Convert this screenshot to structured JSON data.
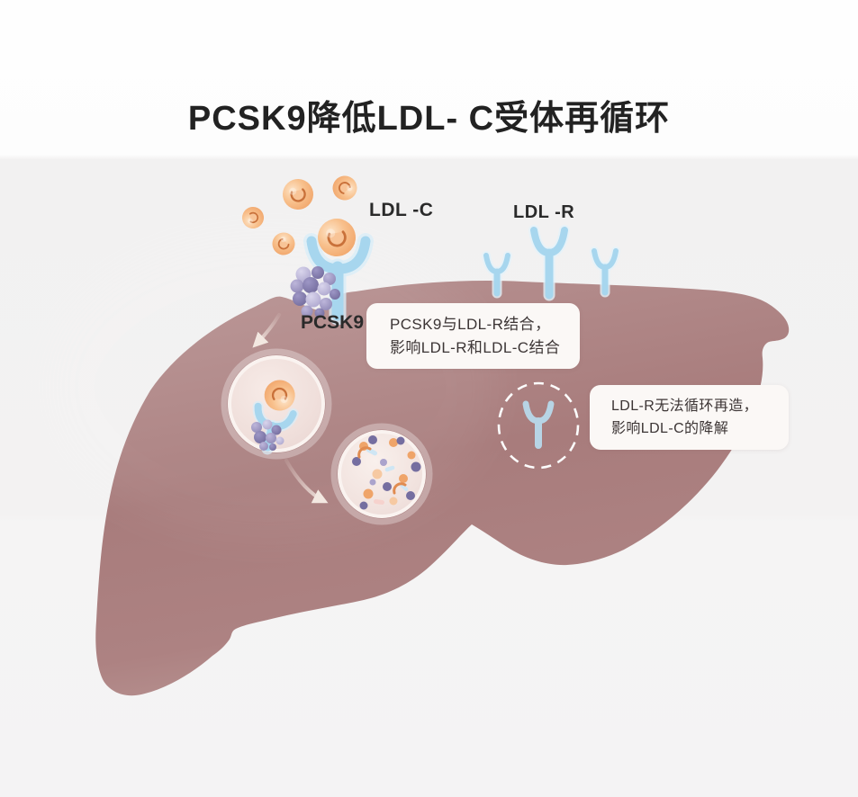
{
  "title": "PCSK9降低LDL- C受体再循环",
  "labels": {
    "ldl_c": "LDL -C",
    "ldl_r": "LDL -R",
    "pcsk9": "PCSK9"
  },
  "callouts": {
    "binding": {
      "line1": "PCSK9与LDL-R结合，",
      "line2": "影响LDL-R和LDL-C结合"
    },
    "recycling": {
      "line1": "LDL-R无法循环再造，",
      "line2": "影响LDL-C的降解"
    }
  },
  "icons": {
    "ldl_c_particle": "orange-sphere-with-bite-notch",
    "ldl_receptor": "light-blue-y-shaped-receptor",
    "pcsk9_cluster": "purple-sphere-cluster",
    "endosome_vesicle": "translucent-circle-with-receptor-complex",
    "lysosome_vesicle": "translucent-circle-with-degraded-fragments",
    "recycle_blocked": "dashed-circle-around-receptor",
    "flow_arrow": "soft-curved-arrow"
  },
  "colors": {
    "background": "#f3f2f2",
    "title_text": "#222222",
    "liver_top": "#b69090",
    "liver_mid": "#a87c7c",
    "liver_low": "#ad8282",
    "liver_bottom": "#bb9997",
    "receptor_blue": "#a7d6ee",
    "receptor_glow": "#d9edf8",
    "pcsk9_purple": "#8a83b2",
    "ldl_orange": "#ef9f63",
    "ldl_notch": "#c9713a",
    "callout_bg": "#fbf8f6",
    "callout_text": "#3c3535",
    "arrow_cream": "#f4e9e2"
  }
}
